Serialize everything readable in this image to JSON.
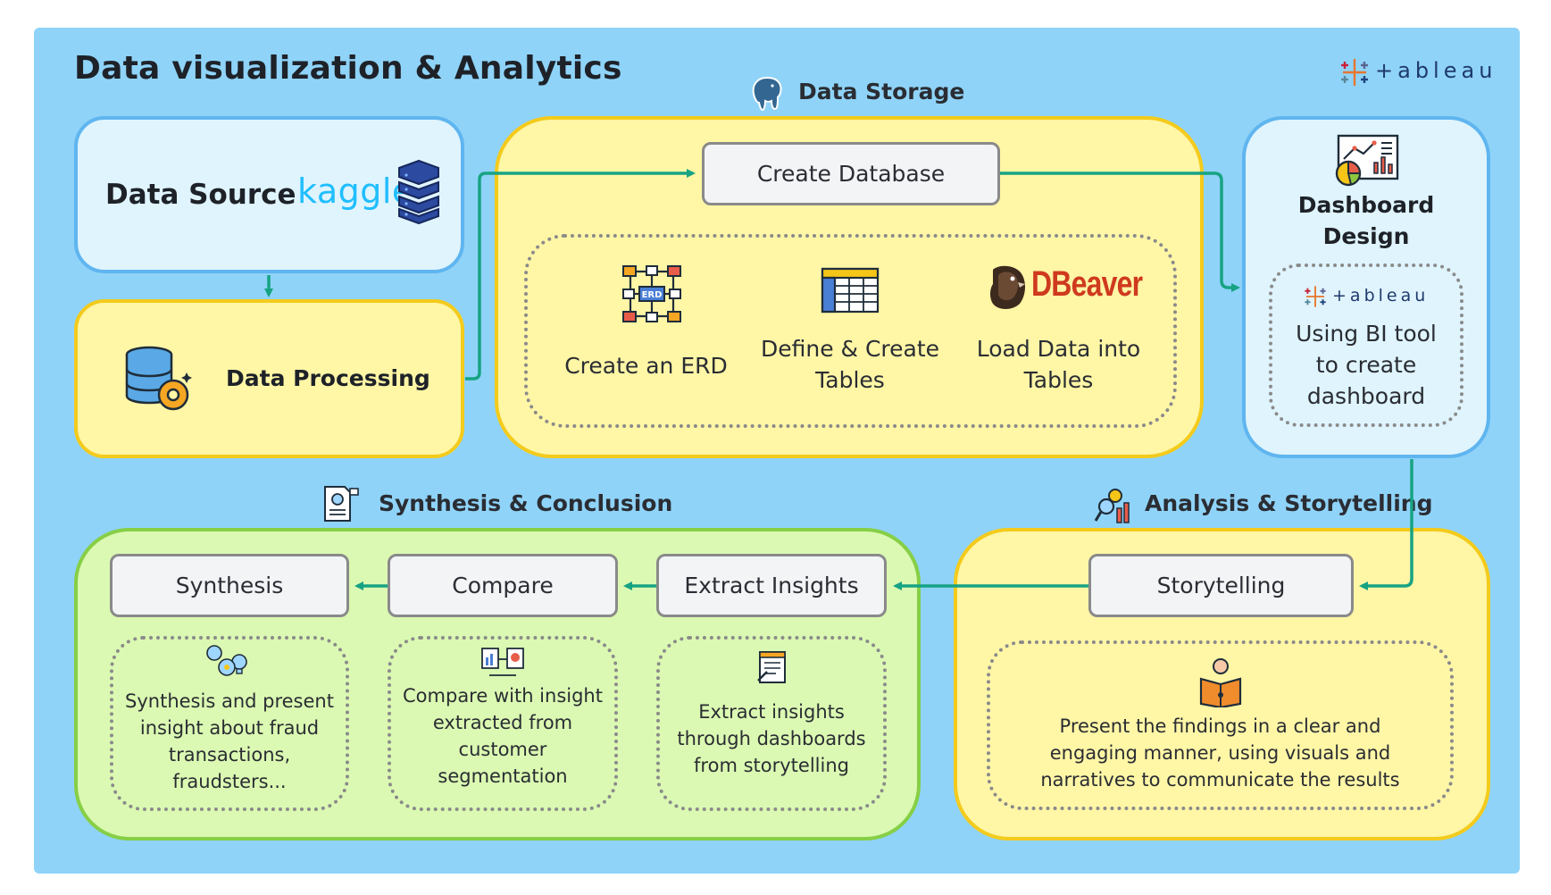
{
  "title": "Data visualization & Analytics",
  "brand": {
    "tableau": "+ableau"
  },
  "data_source": {
    "label": "Data Source",
    "kaggle": "kaggle"
  },
  "data_processing": {
    "label": "Data Processing"
  },
  "data_storage": {
    "title": "Data Storage",
    "create_db": "Create Database",
    "steps": [
      {
        "label": "Create an ERD",
        "icon": "ERD"
      },
      {
        "label": "Define & Create Tables"
      },
      {
        "label": "Load Data into Tables",
        "brand": "DBeaver"
      }
    ]
  },
  "dashboard": {
    "title": "Dashboard Design",
    "tableau": "+ableau",
    "desc": "Using BI tool to create dashboard"
  },
  "analysis": {
    "title": "Analysis & Storytelling",
    "storytelling": "Storytelling",
    "desc": "Present the findings in a clear and engaging manner, using visuals and narratives to communicate the results"
  },
  "synthesis": {
    "title": "Synthesis & Conclusion",
    "steps": [
      {
        "label": "Synthesis",
        "desc": "Synthesis and present insight about fraud transactions, fraudsters..."
      },
      {
        "label": "Compare",
        "desc": "Compare with insight extracted from customer segmentation"
      },
      {
        "label": "Extract Insights",
        "desc": "Extract insights through dashboards from storytelling"
      }
    ]
  },
  "colors": {
    "background": "#8fd3f8",
    "arrow": "#17a383",
    "yellow": "#fff6a6",
    "green": "#dbf9b2",
    "blue": "#dff4fd"
  }
}
